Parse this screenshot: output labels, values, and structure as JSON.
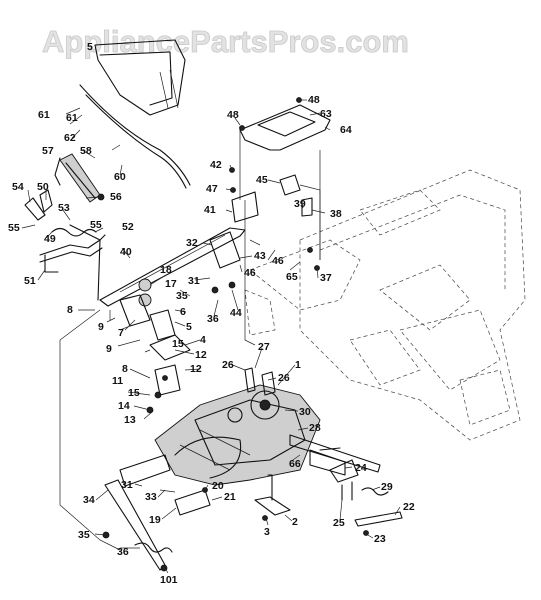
{
  "watermark": "AppliancePartsPros.com",
  "callouts": [
    {
      "id": "c-5-top",
      "text": "5"
    },
    {
      "id": "c-61a",
      "text": "61"
    },
    {
      "id": "c-61b",
      "text": "61"
    },
    {
      "id": "c-62",
      "text": "62"
    },
    {
      "id": "c-57",
      "text": "57"
    },
    {
      "id": "c-58",
      "text": "58"
    },
    {
      "id": "c-60",
      "text": "60"
    },
    {
      "id": "c-56",
      "text": "56"
    },
    {
      "id": "c-54",
      "text": "54"
    },
    {
      "id": "c-50",
      "text": "50"
    },
    {
      "id": "c-53",
      "text": "53"
    },
    {
      "id": "c-55a",
      "text": "55"
    },
    {
      "id": "c-55b",
      "text": "55"
    },
    {
      "id": "c-52",
      "text": "52"
    },
    {
      "id": "c-49",
      "text": "49"
    },
    {
      "id": "c-40",
      "text": "40"
    },
    {
      "id": "c-51",
      "text": "51"
    },
    {
      "id": "c-8a",
      "text": "8"
    },
    {
      "id": "c-9a",
      "text": "9"
    },
    {
      "id": "c-7",
      "text": "7"
    },
    {
      "id": "c-18",
      "text": "18"
    },
    {
      "id": "c-17",
      "text": "17"
    },
    {
      "id": "c-35a",
      "text": "35"
    },
    {
      "id": "c-6",
      "text": "6"
    },
    {
      "id": "c-5",
      "text": "5"
    },
    {
      "id": "c-4",
      "text": "4"
    },
    {
      "id": "c-15a",
      "text": "15"
    },
    {
      "id": "c-12a",
      "text": "12"
    },
    {
      "id": "c-9b",
      "text": "9"
    },
    {
      "id": "c-8b",
      "text": "8"
    },
    {
      "id": "c-12b",
      "text": "12"
    },
    {
      "id": "c-11",
      "text": "11"
    },
    {
      "id": "c-15b",
      "text": "15"
    },
    {
      "id": "c-14",
      "text": "14"
    },
    {
      "id": "c-13",
      "text": "13"
    },
    {
      "id": "c-48a",
      "text": "48"
    },
    {
      "id": "c-48b",
      "text": "48"
    },
    {
      "id": "c-63",
      "text": "63"
    },
    {
      "id": "c-64",
      "text": "64"
    },
    {
      "id": "c-42",
      "text": "42"
    },
    {
      "id": "c-47",
      "text": "47"
    },
    {
      "id": "c-45",
      "text": "45"
    },
    {
      "id": "c-41",
      "text": "41"
    },
    {
      "id": "c-39",
      "text": "39"
    },
    {
      "id": "c-38",
      "text": "38"
    },
    {
      "id": "c-32",
      "text": "32"
    },
    {
      "id": "c-43",
      "text": "43"
    },
    {
      "id": "c-46a",
      "text": "46"
    },
    {
      "id": "c-46b",
      "text": "46"
    },
    {
      "id": "c-65",
      "text": "65"
    },
    {
      "id": "c-37",
      "text": "37"
    },
    {
      "id": "c-31a",
      "text": "31"
    },
    {
      "id": "c-36a",
      "text": "36"
    },
    {
      "id": "c-44",
      "text": "44"
    },
    {
      "id": "c-26a",
      "text": "26"
    },
    {
      "id": "c-27",
      "text": "27"
    },
    {
      "id": "c-26b",
      "text": "26"
    },
    {
      "id": "c-1",
      "text": "1"
    },
    {
      "id": "c-30",
      "text": "30"
    },
    {
      "id": "c-28",
      "text": "28"
    },
    {
      "id": "c-66",
      "text": "66"
    },
    {
      "id": "c-24",
      "text": "24"
    },
    {
      "id": "c-29",
      "text": "29"
    },
    {
      "id": "c-22",
      "text": "22"
    },
    {
      "id": "c-25",
      "text": "25"
    },
    {
      "id": "c-23",
      "text": "23"
    },
    {
      "id": "c-34",
      "text": "34"
    },
    {
      "id": "c-31b",
      "text": "31"
    },
    {
      "id": "c-33",
      "text": "33"
    },
    {
      "id": "c-20",
      "text": "20"
    },
    {
      "id": "c-21",
      "text": "21"
    },
    {
      "id": "c-19",
      "text": "19"
    },
    {
      "id": "c-3",
      "text": "3"
    },
    {
      "id": "c-2",
      "text": "2"
    },
    {
      "id": "c-35b",
      "text": "35"
    },
    {
      "id": "c-36b",
      "text": "36"
    },
    {
      "id": "c-101",
      "text": "101"
    }
  ]
}
